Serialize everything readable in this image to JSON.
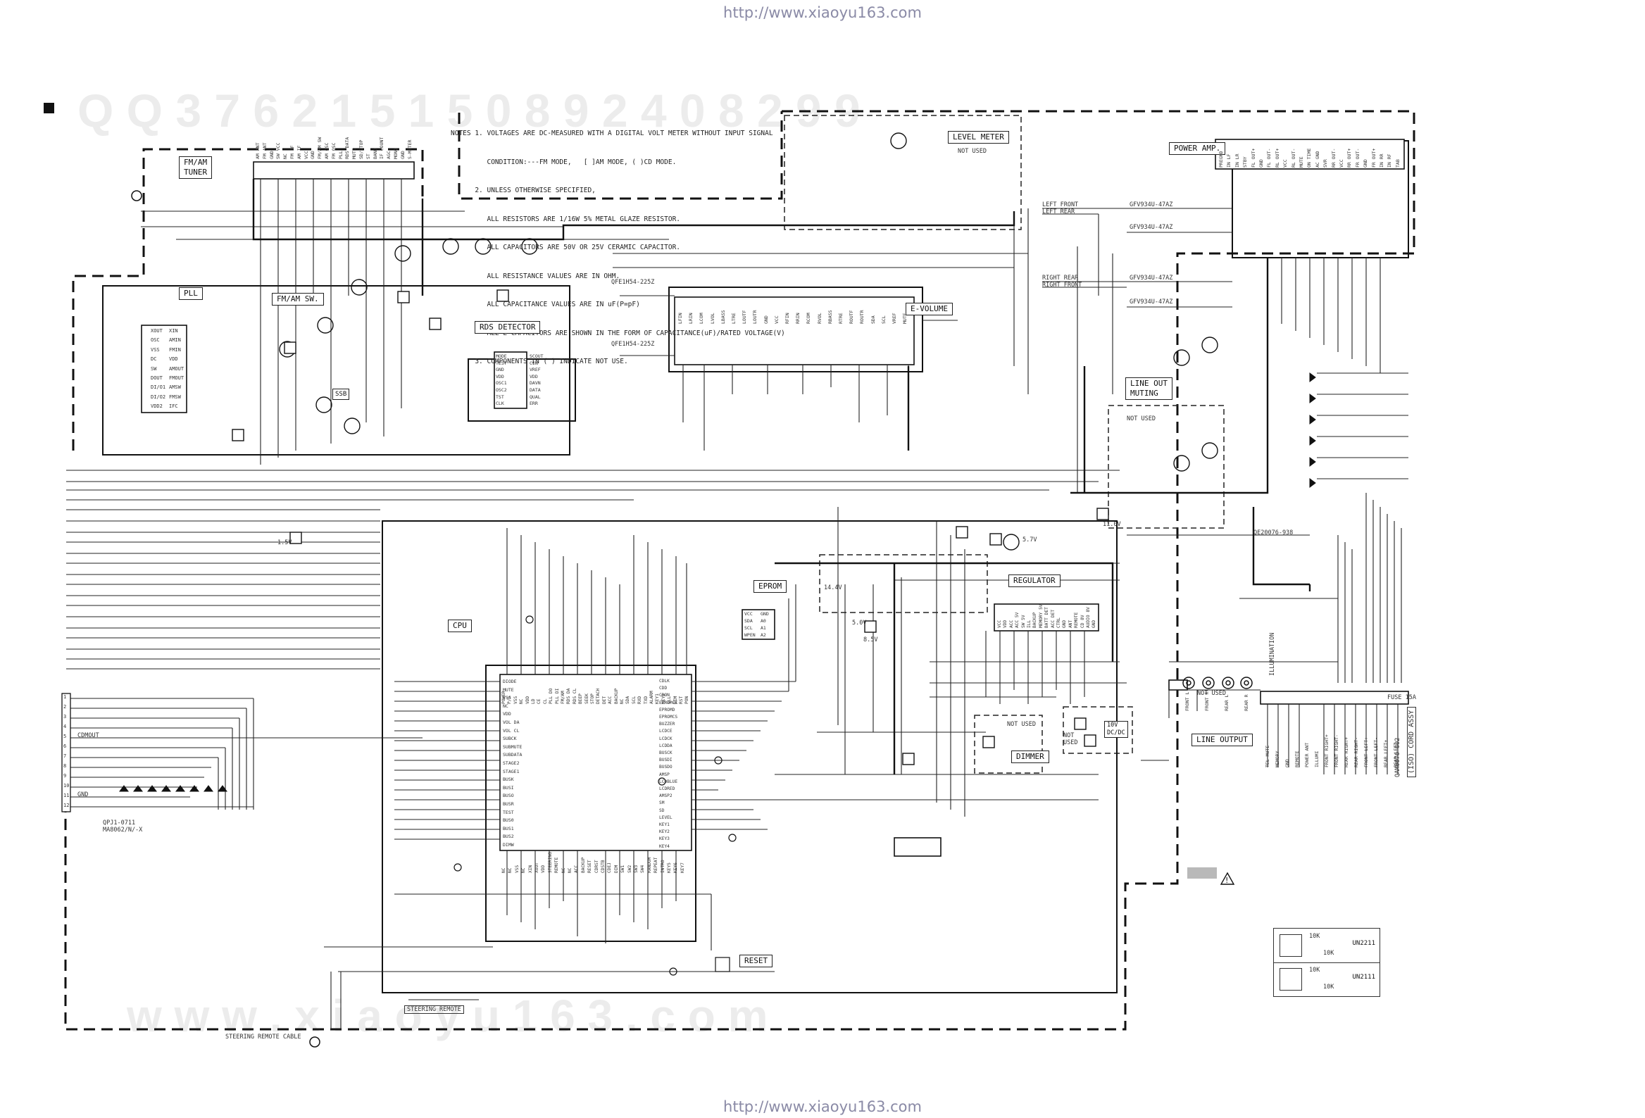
{
  "watermark_url": "http://www.xiaoyu163.com",
  "notes": [
    "NOTES 1. VOLTAGES ARE DC-MEASURED WITH A DIGITAL VOLT METER WITHOUT INPUT SIGNAL",
    "         CONDITION:---FM MODE,   [ ]AM MODE, ( )CD MODE.",
    "      2. UNLESS OTHERWISE SPECIFIED,",
    "         ALL RESISTORS ARE 1/16W 5% METAL GLAZE RESISTOR.",
    "         ALL CAPACITORS ARE 50V OR 25V CERAMIC CAPACITOR.",
    "         ALL RESISTANCE VALUES ARE IN OHM.",
    "         ALL CAPACITANCE VALUES ARE IN uF(P=pF)",
    "         ALL E-CAPACITORS ARE SHOWN IN THE FORM OF CAPACITANCE(uF)/RATED VOLTAGE(V)",
    "      3. COMPONENTS IN ( ) INDICATE NOT USE."
  ],
  "blocks": {
    "fm_am_tuner": "FM/AM\nTUNER",
    "pll": "PLL",
    "fm_am_sw": "FM/AM SW.",
    "rds_detector": "RDS DETECTOR",
    "level_meter": "LEVEL METER",
    "e_volume": "E-VOLUME",
    "power_amp": "POWER AMP.",
    "line_out_muting": "LINE OUT\nMUTING",
    "cpu": "CPU",
    "eprom": "EPROM",
    "regulator": "REGULATOR",
    "dimmer": "DIMMER",
    "reset": "RESET",
    "line_output": "LINE OUTPUT",
    "ssb": "SSB",
    "dc_dc": "10V\nDC/DC"
  },
  "labels": {
    "not_used_level": "NOT USED",
    "not_used_mid": "NOT USED",
    "not_used_dimmer": "NOT USED",
    "not_used_reg": "NOT\nUSED",
    "not_used_jack": "NOT USED",
    "left_front": "LEFT FRONT",
    "left_rear": "LEFT REAR",
    "right_rear": "RIGHT REAR",
    "right_front": "RIGHT FRONT",
    "gfv_1": "GFV934U-47AZ",
    "gfv_2": "GFV934U-47AZ",
    "gfv_3": "GFV934U-47AZ",
    "gfv_4": "GFV934U-47AZ",
    "qfe_1": "QFE1H54-225Z",
    "qfe_2": "QFE1H54-225Z",
    "steering_remote": "STEERING REMOTE",
    "steering_remote_cable": "STEERING REMOTE CABLE",
    "part_no_left": "QPJ1-0711\nMA8062/N/-X",
    "part_no_right": "QE20076-938",
    "iso_label": "(ISO) CORD ASSY",
    "iso_part": "QAM0076-002",
    "fuse": "FUSE 15A",
    "illumi": "ILLUMINATION",
    "hd_1": "1.5V",
    "hd_2": "5.0V",
    "hd_3": "5.7V",
    "hd_4": "11.0V",
    "hd_5": "8.5V",
    "hd_6": "14.4V"
  },
  "tuner_pins": [
    "AM ANT",
    "FM ANT",
    "GND",
    "SW VCC",
    "NC",
    "FM IF",
    "AM IF",
    "VCC",
    "GND",
    "FM/AM SW",
    "AM OSC",
    "FM OSC",
    "PLL",
    "RDS DATA",
    "MUTE",
    "SD/STOP",
    "ST",
    "BAND",
    "IF COUNT",
    "AGC",
    "MONO",
    "GND",
    "S-METER"
  ],
  "pll_pins_left": [
    "XOUT",
    "OSC",
    "VSS",
    "DC",
    "SW",
    "DOUT",
    "DI/O1",
    "DI/O2",
    "VDD2"
  ],
  "pll_pins_right": [
    "XIN",
    "AMIN",
    "FMIN",
    "VDD",
    "AMOUT",
    "FMOUT",
    "AMSW",
    "FMSW",
    "IFC"
  ],
  "rds_pins_left": [
    "MODE",
    "TEST",
    "GND",
    "VDD",
    "OSC1",
    "OSC2",
    "TST",
    "CLK"
  ],
  "rds_pins_right": [
    "SCOUT",
    "CIN",
    "VREF",
    "VDD",
    "DAVN",
    "DATA",
    "QUAL",
    "ERR"
  ],
  "evol_pins": [
    "LFIN",
    "LRIN",
    "LCOM",
    "LVOL",
    "LBASS",
    "LTRE",
    "LOUTF",
    "LOUTR",
    "GND",
    "VCC",
    "RFIN",
    "RRIN",
    "RCOM",
    "RVOL",
    "RBASS",
    "RTRE",
    "ROUTF",
    "ROUTR",
    "SDA",
    "SCL",
    "VREF",
    "MUTE"
  ],
  "power_amp_pins": [
    "PREGND",
    "IN LF",
    "IN LR",
    "STBY",
    "FL OUT+",
    "GND",
    "FL OUT-",
    "RL OUT+",
    "VCC",
    "RL OUT-",
    "MUTE",
    "ON TIME",
    "AC GND",
    "SVR",
    "RR OUT-",
    "VCC",
    "RR OUT+",
    "FR OUT-",
    "GND",
    "FR OUT+",
    "IN RR",
    "IN RF",
    "TAB"
  ],
  "cpu_pins_left": [
    "DIODE",
    "MUTE",
    "VSS",
    "NC",
    "VDD",
    "VOL DA",
    "VOL CL",
    "SUBCK",
    "SUBMUTE",
    "SUBDATA",
    "STAGE2",
    "STAGE1",
    "BUSK",
    "BUSI",
    "BUSO",
    "BUSR",
    "TEST",
    "BUS0",
    "BUS1",
    "BUS2",
    "DIMW"
  ],
  "cpu_pins_top": [
    "POWER",
    "P/S",
    "VSS",
    "NC",
    "VDD",
    "LD",
    "CE",
    "CL",
    "PLL DO",
    "PLL DI",
    "FM/AM",
    "RDS DA",
    "RDS CL",
    "BEEP",
    "SEEK",
    "STOP",
    "DETACH",
    "DET",
    "ACC",
    "BACKUP",
    "NC",
    "SDA",
    "SCL",
    "RXD",
    "TXD",
    "ALARM",
    "KEY1",
    "KEY2",
    "ILL",
    "DIM",
    "RST",
    "PON"
  ],
  "cpu_pins_right": [
    "CDLK",
    "CDD",
    "CDON",
    "EPROMCK",
    "EPROMD",
    "EPROMCS",
    "BUZZER",
    "LCDCE",
    "LCDCK",
    "LCDDA",
    "BUSCK",
    "BUSDI",
    "BUSDO",
    "AMSP",
    "LCDBLUE",
    "LCDRED",
    "AMSP2",
    "SM",
    "SD",
    "LEVEL",
    "KEY1",
    "KEY2",
    "KEY3",
    "KEY4"
  ],
  "cpu_pins_bottom": [
    "NC",
    "NC",
    "VSS",
    "NC",
    "XIN",
    "XOUT",
    "VDD",
    "STEERING",
    "REMOTE",
    "NC",
    "NC",
    "ACC",
    "BACKUP",
    "RESET",
    "CDRST",
    "CDSTB",
    "CDEJ",
    "DIM",
    "SW1",
    "SW2",
    "SW3",
    "SW4",
    "RANDOM",
    "REPEAT",
    "INTRO",
    "KEY5",
    "KEY6",
    "KEY7"
  ],
  "eprom_pins_left": [
    "VCC",
    "SDA",
    "SCL",
    "WPEN"
  ],
  "eprom_pins_right": [
    "GND",
    "A0",
    "A1",
    "A2"
  ],
  "reg_pins": [
    "VCC",
    "VDD",
    "ACC",
    "ACC 5V",
    "SW 5V",
    "ILL",
    "BACKUP",
    "MEMORY 5V",
    "BATT DET",
    "ACC DET",
    "CTRL",
    "GND",
    "ANT",
    "REMOTE",
    "CD 8V",
    "AUDIO 8V",
    "GND"
  ],
  "iso_pins": [
    "TEL MUTE",
    "MEMORY",
    "GND",
    "REMOTE",
    "POWER ANT",
    "ILLUMI",
    "FRONT RIGHT+",
    "FRONT RIGHT-",
    "REAR RIGHT+",
    "REAR RIGHT-",
    "FRONT LEFT+",
    "FRONT LEFT-",
    "REAR LEFT+",
    "REAR LEFT-"
  ],
  "line_out_pins": [
    "FRONT L",
    "FRONT R",
    "REAR L",
    "REAR R"
  ],
  "left_connector_pins": [
    "1",
    "2",
    "3",
    "4",
    "5",
    "6",
    "7",
    "8",
    "9",
    "10",
    "11",
    "12"
  ],
  "left_connector_labels": [
    "CDMOUT",
    "GND"
  ],
  "legend": {
    "row1_code": "UN2211",
    "row2_code": "UN2111",
    "r1": "10K",
    "r2": "10K",
    "r3": "10K",
    "r4": "10K"
  },
  "watermark_digits": "Q Q 3 7 6 2 1 5 1 5 0 8 9 2 4 0 8 2 9 9",
  "watermark_bottom": "w w w . x i a o y u 1 6 3 . c o m",
  "colors": {
    "ink": "#111111",
    "watermark": "#ececec",
    "url": "#8a8aa6",
    "safety_grey": "#b9b9b9"
  }
}
